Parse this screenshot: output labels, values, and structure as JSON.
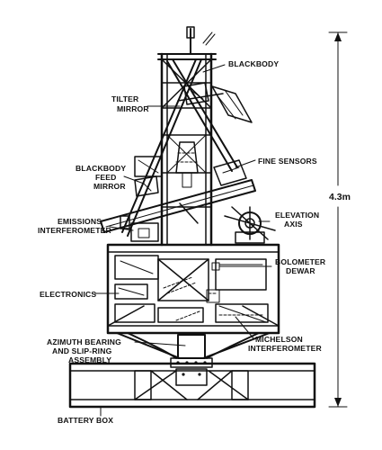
{
  "labels": {
    "blackbody": "BLACKBODY",
    "tilter_mirror_1": "TILTER",
    "tilter_mirror_2": "MIRROR",
    "fine_sensors": "FINE SENSORS",
    "blackbody_feed_mirror_1": "BLACKBODY",
    "blackbody_feed_mirror_2": "FEED",
    "blackbody_feed_mirror_3": "MIRROR",
    "elevation_axis_1": "ELEVATION",
    "elevation_axis_2": "AXIS",
    "emissions_interferometer_1": "EMISSIONS",
    "emissions_interferometer_2": "INTERFEROMETER",
    "bolometer_dewar_1": "BOLOMETER",
    "bolometer_dewar_2": "DEWAR",
    "electronics": "ELECTRONICS",
    "azimuth_bearing_1": "AZIMUTH BEARING",
    "azimuth_bearing_2": "AND SLIP-RING",
    "azimuth_bearing_3": "ASSEMBLY",
    "michelson_interferometer_1": "MICHELSON",
    "michelson_interferometer_2": "INTERFEROMETER",
    "battery_box": "BATTERY BOX"
  },
  "dimension": {
    "height_label": "4.3m"
  }
}
